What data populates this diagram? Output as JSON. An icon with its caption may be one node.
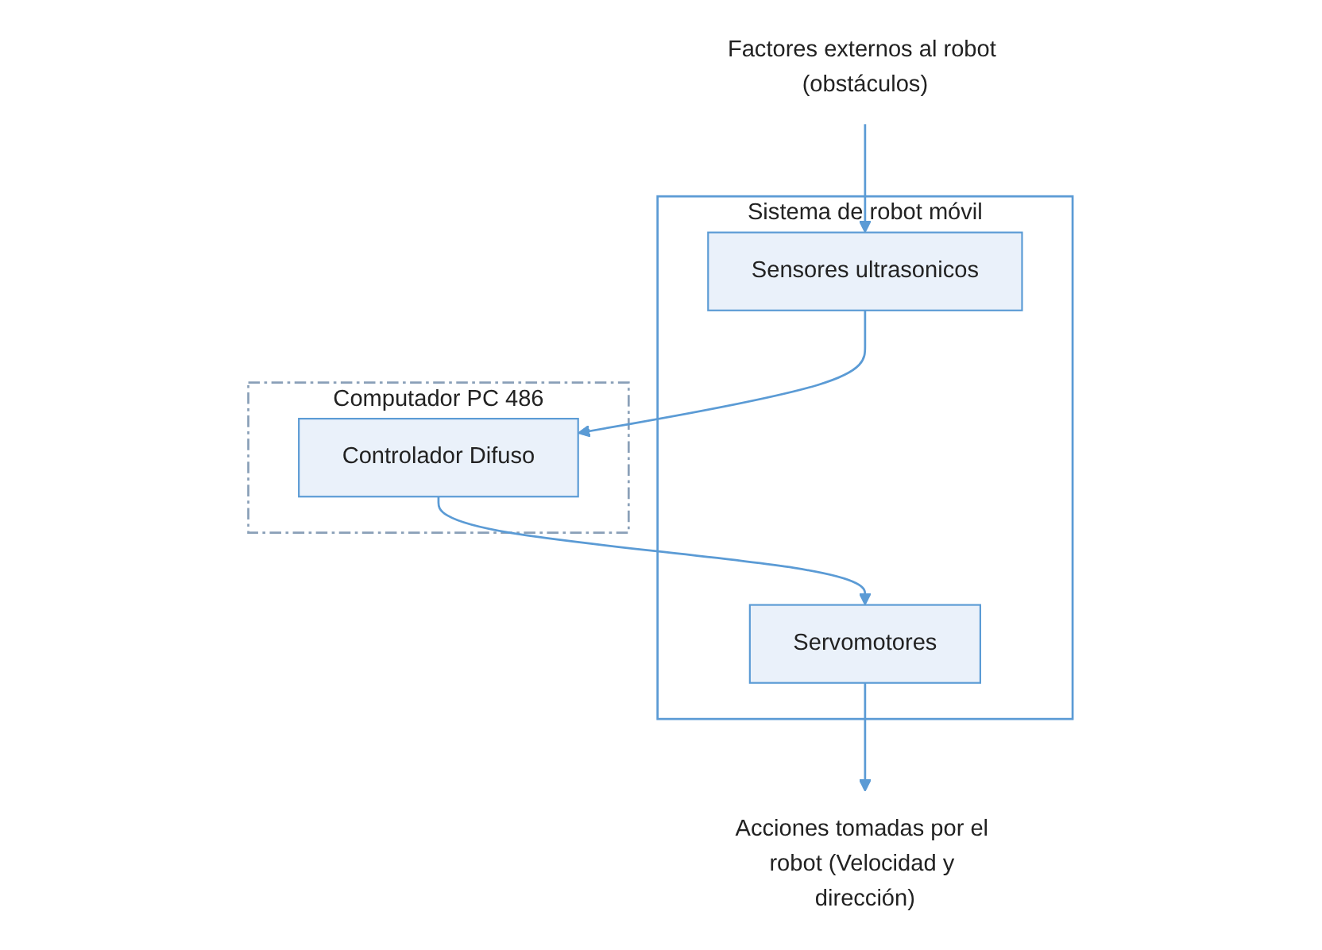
{
  "diagram": {
    "nodes": [
      {
        "text": [
          "Sistema de robot móvil"
        ]
      },
      {
        "text": [
          "Sensores ultrasonicos"
        ],
        "in": 0
      },
      {
        "text": [
          "Servomotores"
        ],
        "in": 0
      },
      {
        "text": [
          "Computador PC 486"
        ]
      },
      {
        "text": [
          "Controlador Difuso"
        ],
        "in": 3
      },
      {
        "text": [
          "Factores externos al robot (obstáculos)"
        ]
      },
      {
        "text": [
          "Acciones tomadas por el robot (Velocidad y dirección)"
        ]
      }
    ],
    "edges": [
      {
        "from": 5,
        "to": 1,
        "arrow": "to"
      },
      {
        "from": 1,
        "to": 4,
        "arrow": "to"
      },
      {
        "from": 4,
        "to": 2,
        "arrow": "to"
      },
      {
        "from": 2,
        "to": 6,
        "arrow": "to"
      }
    ]
  }
}
